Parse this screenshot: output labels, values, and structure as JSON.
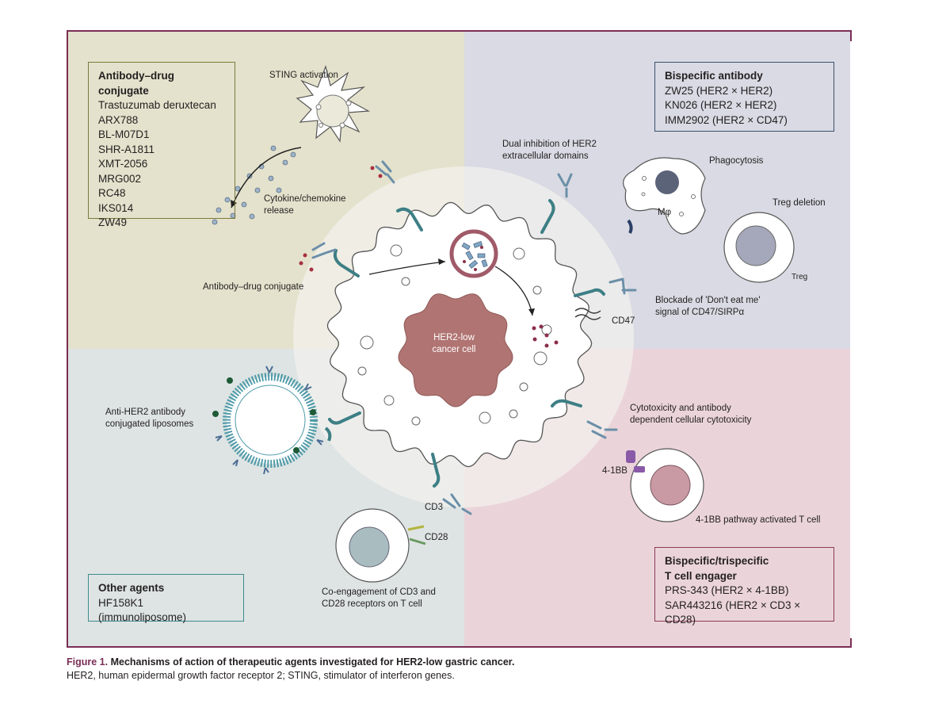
{
  "boxes": {
    "adc": {
      "title": "Antibody–drug conjugate",
      "items": [
        "Trastuzumab deruxtecan",
        "ARX788",
        "BL-M07D1",
        "SHR-A1811",
        "XMT-2056",
        "MRG002",
        "RC48",
        "IKS014",
        "ZW49"
      ]
    },
    "bispecific": {
      "title": "Bispecific antibody",
      "items": [
        "ZW25 (HER2 × HER2)",
        "KN026 (HER2 × HER2)",
        "IMM2902 (HER2 × CD47)"
      ]
    },
    "tce": {
      "title_line1": "Bispecific/trispecific",
      "title_line2": "T cell engager",
      "items": [
        "PRS-343 (HER2 × 4-1BB)",
        "SAR443216 (HER2 × CD3 × CD28)"
      ]
    },
    "other": {
      "title": "Other agents",
      "items": [
        "HF158K1 (immunoliposome)"
      ]
    }
  },
  "labels": {
    "sting": "STING activation",
    "cytokine_1": "Cytokine/chemokine",
    "cytokine_2": "release",
    "adc": "Antibody–drug conjugate",
    "dual_1": "Dual inhibition of HER2",
    "dual_2": "extracellular domains",
    "phago": "Phagocytosis",
    "macrophage": "Mφ",
    "treg_deletion": "Treg deletion",
    "treg": "Treg",
    "blockade_1": "Blockade of 'Don't eat me'",
    "blockade_2": "signal of CD47/SIRPα",
    "cd47": "CD47",
    "cell_1": "HER2-low",
    "cell_2": "cancer cell",
    "lipo_1": "Anti-HER2 antibody",
    "lipo_2": "conjugated liposomes",
    "cyto_1": "Cytotoxicity and antibody",
    "cyto_2": "dependent cellular cytotoxicity",
    "fourbb": "4-1BB",
    "fourbb_t": "4-1BB pathway activated T cell",
    "cd3": "CD3",
    "cd28": "CD28",
    "coeng_1": "Co-engagement of CD3 and",
    "coeng_2": "CD28 receptors on T cell"
  },
  "caption": {
    "figure": "Figure 1.",
    "title": "Mechanisms of action of therapeutic agents investigated for HER2-low gastric cancer.",
    "text": "HER2, human epidermal growth factor receptor 2; STING, stimulator of interferon genes."
  },
  "colors": {
    "adc_bg": "#e4e2cc",
    "bis_bg": "#d9dae3",
    "other_bg": "#dde4e3",
    "tce_bg": "#ead4da",
    "nucleus": "#b07472",
    "frame": "#7a2e55",
    "receptor": "#3d7f85"
  }
}
